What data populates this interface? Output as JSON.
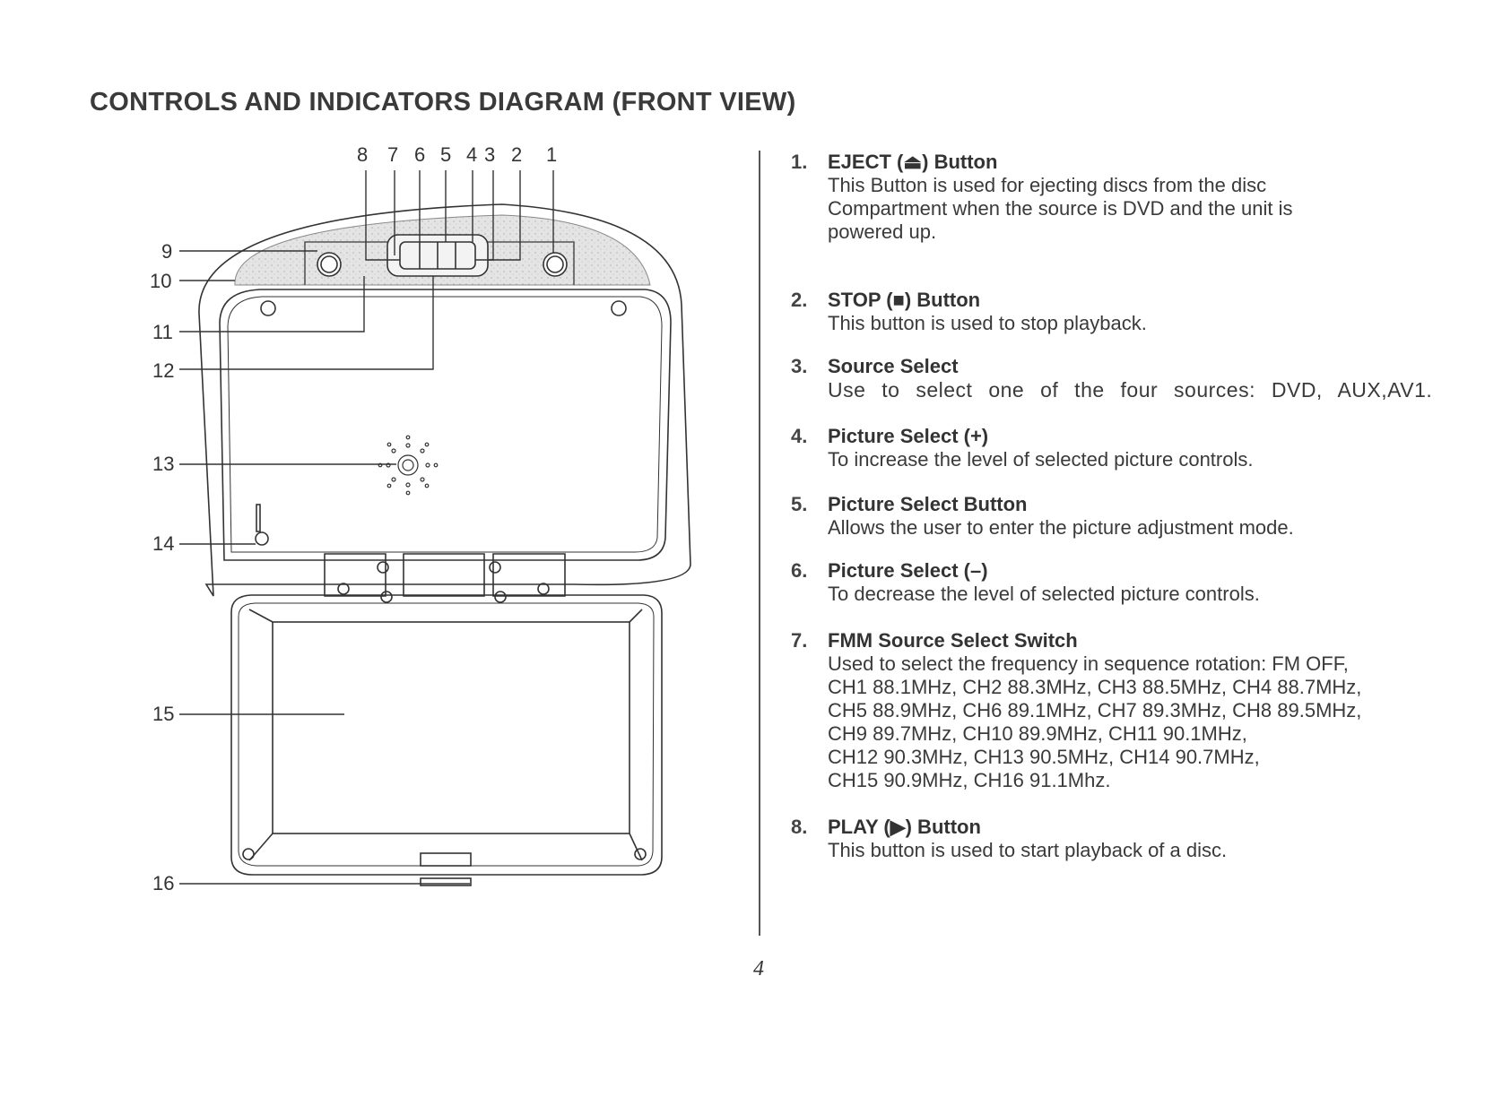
{
  "title": "CONTROLS AND INDICATORS DIAGRAM (FRONT VIEW)",
  "diagram": {
    "top_callouts": [
      "8",
      "7",
      "6",
      "5",
      "4",
      "3",
      "2",
      "1"
    ],
    "side_callouts": [
      "9",
      "10",
      "11",
      "12",
      "13",
      "14",
      "15",
      "16"
    ]
  },
  "items": [
    {
      "number": "1.",
      "title": "EJECT (⏏) Button",
      "lines": [
        "This Button is used for ejecting discs from the disc",
        "Compartment when the source is DVD and the unit is",
        "powered up."
      ]
    },
    {
      "number": "2.",
      "title": "STOP (■) Button",
      "lines": [
        "This button is used to stop playback."
      ]
    },
    {
      "number": "3.",
      "title": "Source Select",
      "lines": [
        "Use to select one of the four sources: DVD, AUX,AV1."
      ]
    },
    {
      "number": "4.",
      "title": "Picture Select (+)",
      "lines": [
        "To increase the level of selected picture controls."
      ]
    },
    {
      "number": "5.",
      "title": "Picture Select Button",
      "lines": [
        "Allows the user to enter the picture adjustment mode."
      ]
    },
    {
      "number": "6.",
      "title": "Picture Select (–)",
      "lines": [
        "To decrease the level of selected picture controls."
      ]
    },
    {
      "number": "7.",
      "title": "FMM Source Select Switch",
      "lines": [
        "Used to select the frequency in sequence rotation: FM OFF,",
        "CH1 88.1MHz, CH2 88.3MHz, CH3 88.5MHz, CH4 88.7MHz,",
        "CH5 88.9MHz, CH6 89.1MHz, CH7 89.3MHz, CH8 89.5MHz,",
        "CH9 89.7MHz, CH10 89.9MHz, CH11 90.1MHz,",
        "CH12 90.3MHz, CH13 90.5MHz, CH14 90.7MHz,",
        "CH15 90.9MHz, CH16 91.1Mhz."
      ]
    },
    {
      "number": "8.",
      "title": "PLAY (▶) Button",
      "lines": [
        "This button is used to start playback of a disc."
      ]
    }
  ],
  "page_number": "4"
}
